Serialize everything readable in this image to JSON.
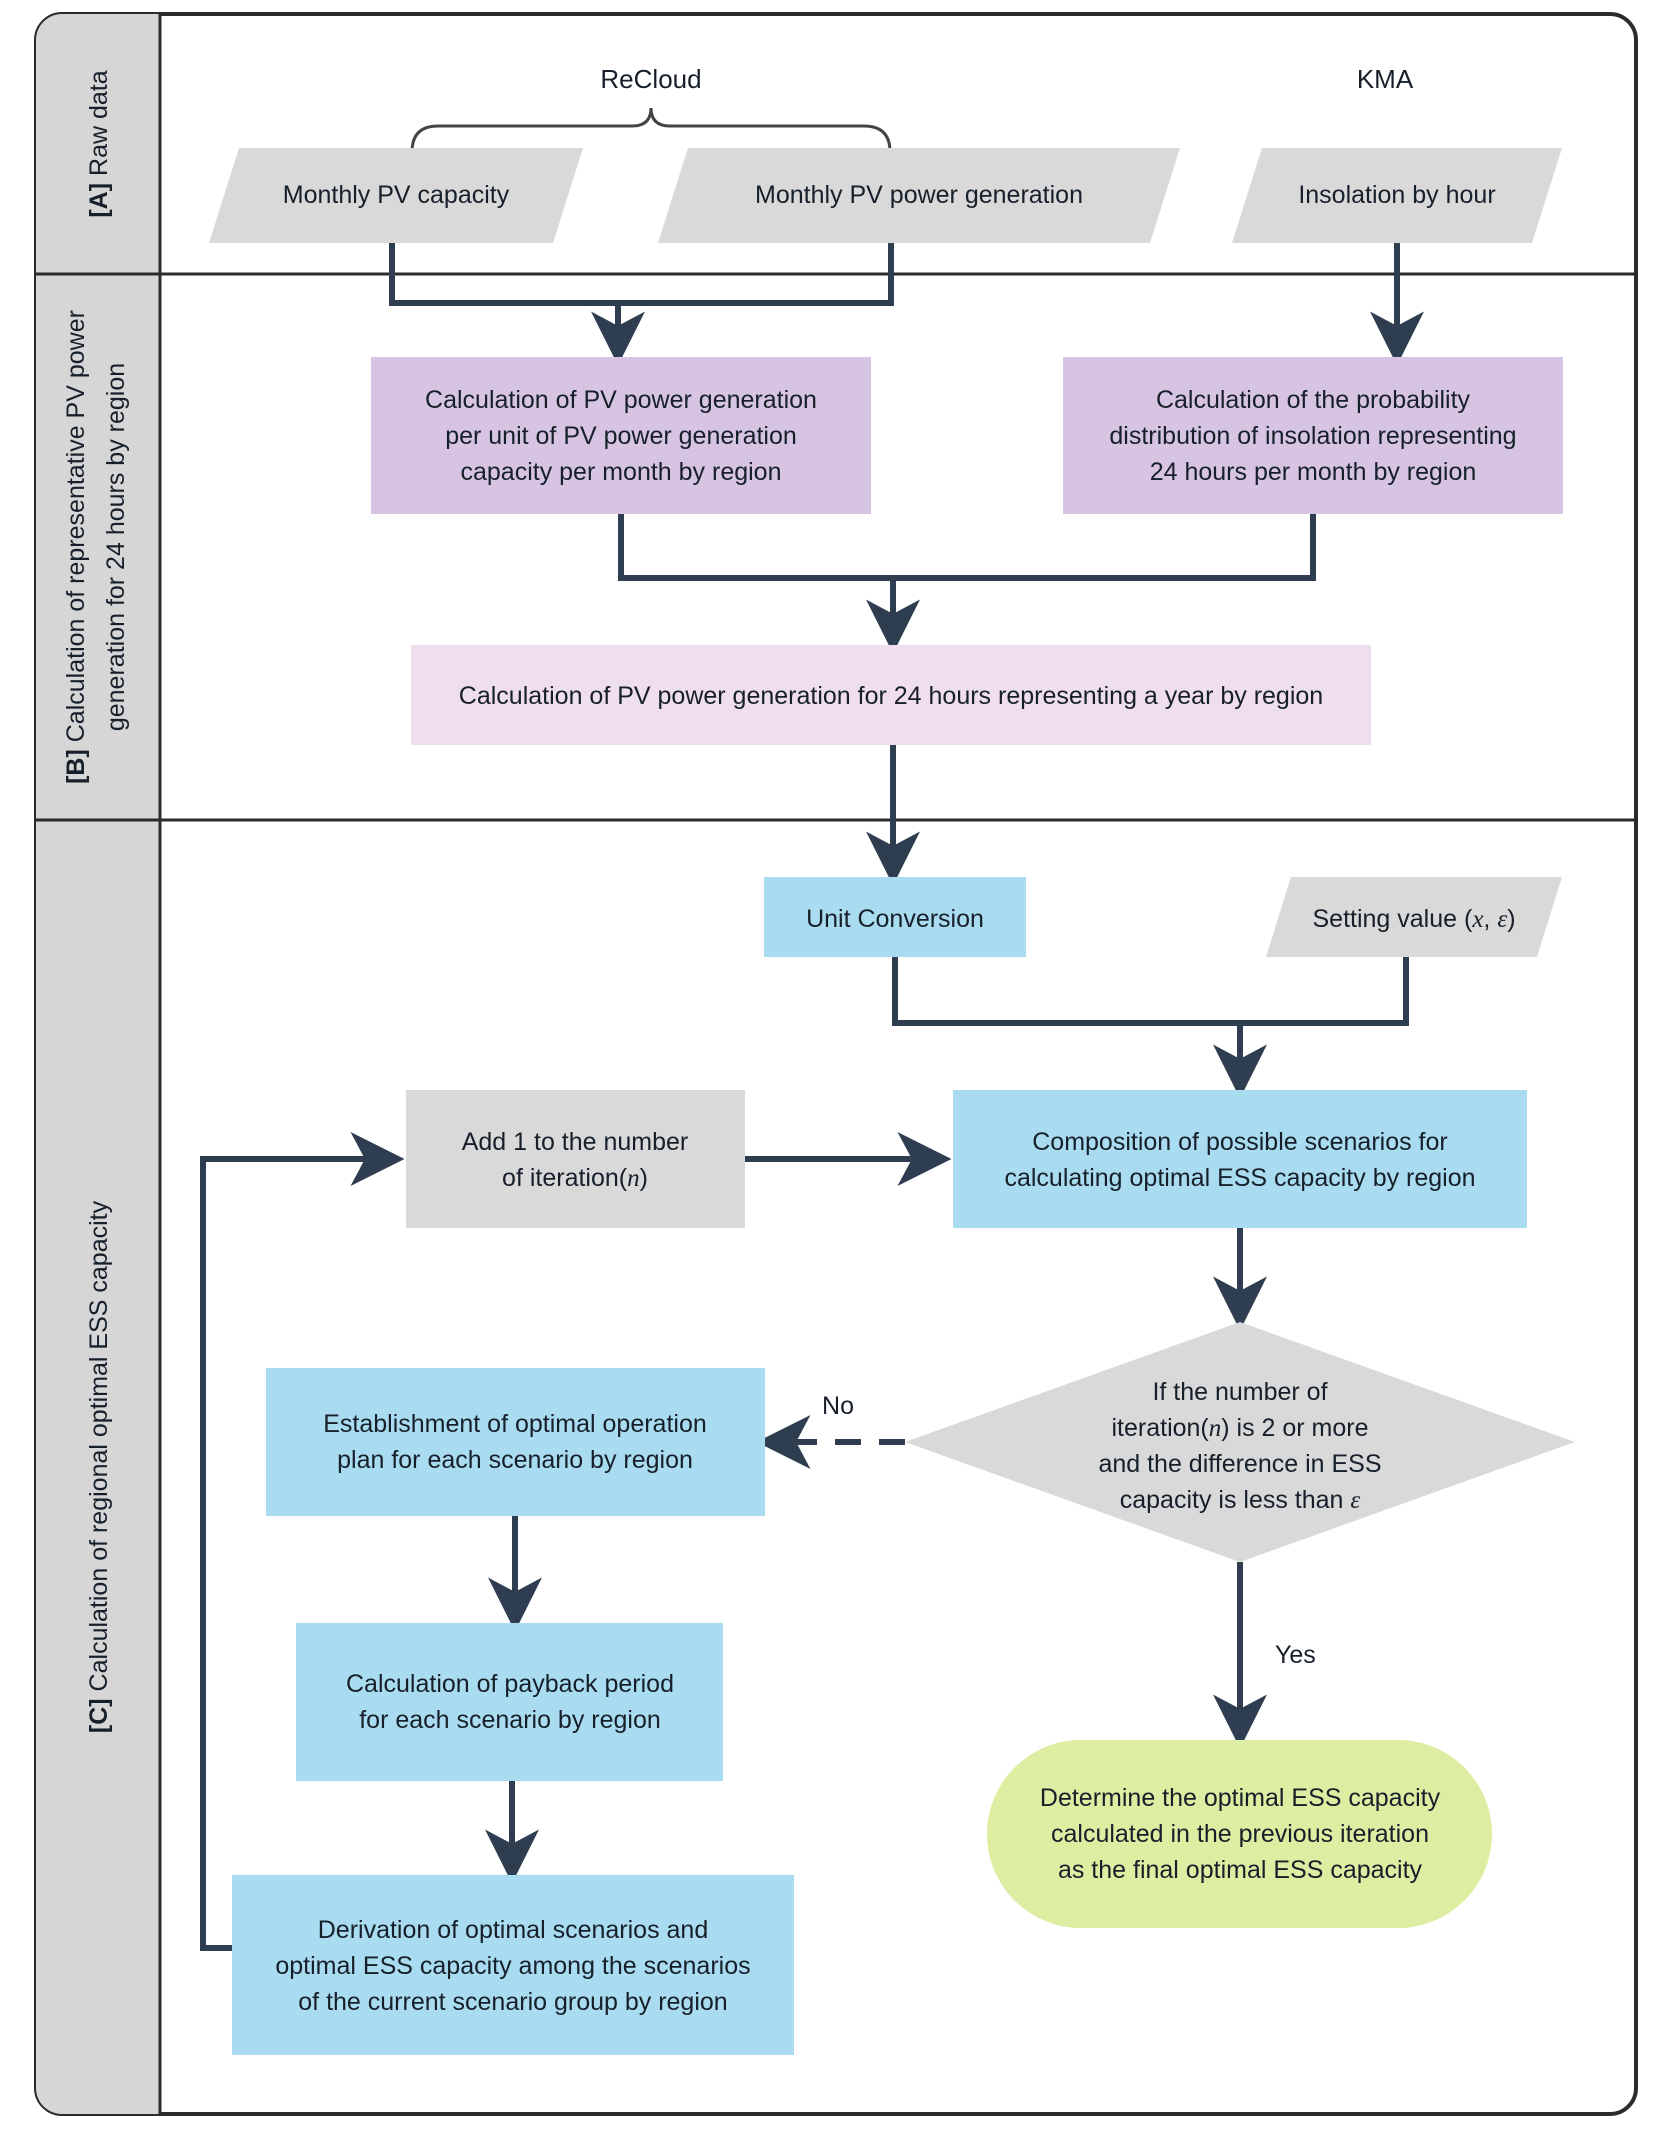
{
  "colors": {
    "band_fill": "#d6d6d6",
    "band_stroke": "#2b2b2b",
    "gray_node": "#d9d9d9",
    "purple_node": "#d7c4e2",
    "pink_node": "#efdeec",
    "blue_node": "#a9dcf0",
    "green_node": "#ddeea3",
    "connector": "#2e3d50",
    "text": "#17202a"
  },
  "bands": [
    {
      "key": "A",
      "tag": "[A]",
      "title": "Raw data"
    },
    {
      "key": "B",
      "tag": "[B]",
      "title": "Calculation of representative PV power",
      "title_line2": "generation for 24 hours by region"
    },
    {
      "key": "C",
      "tag": "[C]",
      "title": "Calculation of regional optimal ESS capacity"
    }
  ],
  "sources": {
    "recloud": "ReCloud",
    "kma": "KMA"
  },
  "nodes": {
    "monthly_pv_capacity": {
      "label": "Monthly PV capacity",
      "shape": "parallelogram",
      "fill": "gray"
    },
    "monthly_pv_generation": {
      "label": "Monthly PV power generation",
      "shape": "parallelogram",
      "fill": "gray"
    },
    "insolation_by_hour": {
      "label": "Insolation by hour",
      "shape": "parallelogram",
      "fill": "gray"
    },
    "calc_pv_per_unit": {
      "shape": "rect",
      "fill": "purple",
      "lines": [
        "Calculation of PV power generation",
        "per unit of PV power generation",
        "capacity per month by region"
      ]
    },
    "calc_prob_dist": {
      "shape": "rect",
      "fill": "purple",
      "lines": [
        "Calculation of the probability",
        "distribution of insolation representing",
        "24 hours per month by region"
      ]
    },
    "calc_pv_24h_year": {
      "shape": "rect",
      "fill": "pink",
      "lines": [
        "Calculation of PV power generation for 24 hours representing a year by region"
      ]
    },
    "unit_conversion": {
      "shape": "rect",
      "fill": "blue",
      "lines": [
        "Unit Conversion"
      ]
    },
    "setting_value": {
      "shape": "parallelogram",
      "fill": "gray",
      "label": "Setting value (x, ε)"
    },
    "add_iteration": {
      "shape": "rect",
      "fill": "gray",
      "lines": [
        "Add 1 to the number",
        "of iteration(n)"
      ]
    },
    "composition_scenarios": {
      "shape": "rect",
      "fill": "blue",
      "lines": [
        "Composition of possible scenarios for",
        "calculating optimal ESS capacity by region"
      ]
    },
    "decision": {
      "shape": "diamond",
      "fill": "gray",
      "lines": [
        "If the number of",
        "iteration(n) is 2 or more",
        "and the difference in ESS",
        "capacity is less than ε"
      ]
    },
    "establish_plan": {
      "shape": "rect",
      "fill": "blue",
      "lines": [
        "Establishment of optimal operation",
        "plan for each scenario by region"
      ]
    },
    "payback_period": {
      "shape": "rect",
      "fill": "blue",
      "lines": [
        "Calculation of payback period",
        "for each scenario by region"
      ]
    },
    "derivation_optimal": {
      "shape": "rect",
      "fill": "blue",
      "lines": [
        "Derivation of optimal scenarios and",
        "optimal ESS capacity among the scenarios",
        "of the current scenario group by region"
      ]
    },
    "final_result": {
      "shape": "stadium",
      "fill": "green",
      "lines": [
        "Determine the optimal ESS capacity",
        "calculated in the previous iteration",
        "as the final optimal ESS capacity"
      ]
    }
  },
  "edge_labels": {
    "no": "No",
    "yes": "Yes"
  }
}
